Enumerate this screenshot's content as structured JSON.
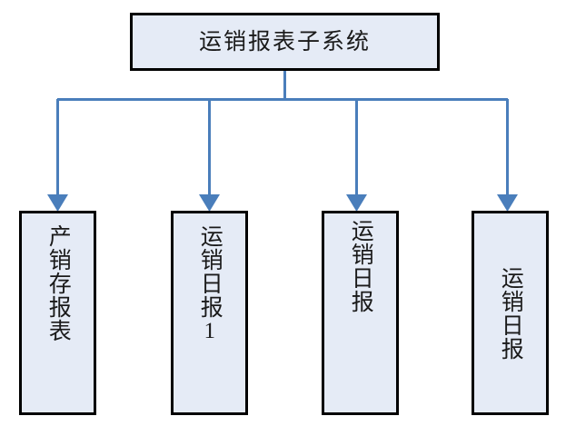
{
  "diagram": {
    "type": "tree-hierarchy",
    "orientation": "top-down",
    "root": {
      "label": "运销报表子系统",
      "text_direction": "horizontal"
    },
    "children": [
      {
        "label": "产销存报表",
        "text_direction": "vertical"
      },
      {
        "label": "运销日报1",
        "text_direction": "vertical"
      },
      {
        "label": "运销日报",
        "text_direction": "vertical"
      },
      {
        "label": "运销日报",
        "text_direction": "vertical"
      }
    ],
    "colors": {
      "node_fill": "#e5ebf6",
      "node_border": "#000000",
      "connector": "#4a7ebb",
      "text": "#1a1a1a",
      "background": "#ffffff"
    }
  }
}
